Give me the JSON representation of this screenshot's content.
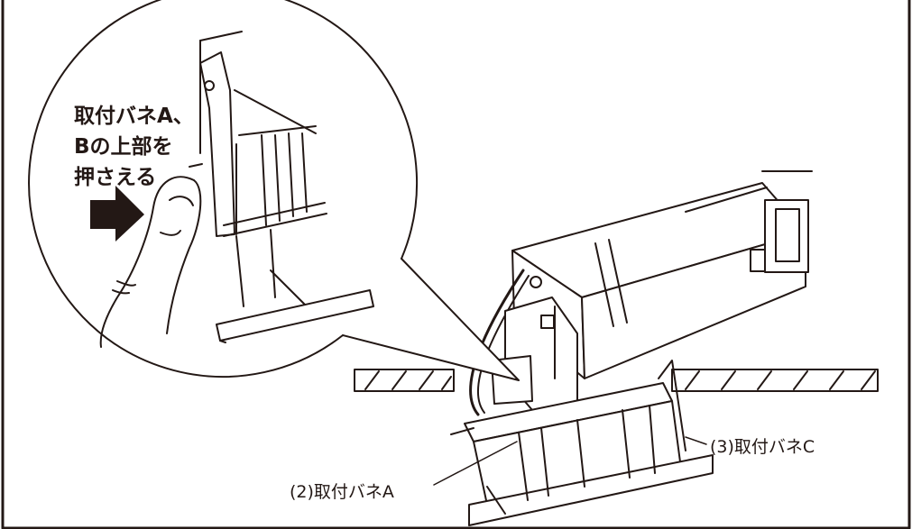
{
  "callout": {
    "line1": "取付バネA、",
    "line2": "Bの上部を",
    "line3": "押さえる"
  },
  "labels": {
    "spring_c": "(3)取付バネC",
    "spring_a": "(2)取付バネA"
  },
  "colors": {
    "ink": "#231815",
    "background": "#ffffff"
  },
  "icons": [
    "push-arrow-icon"
  ]
}
